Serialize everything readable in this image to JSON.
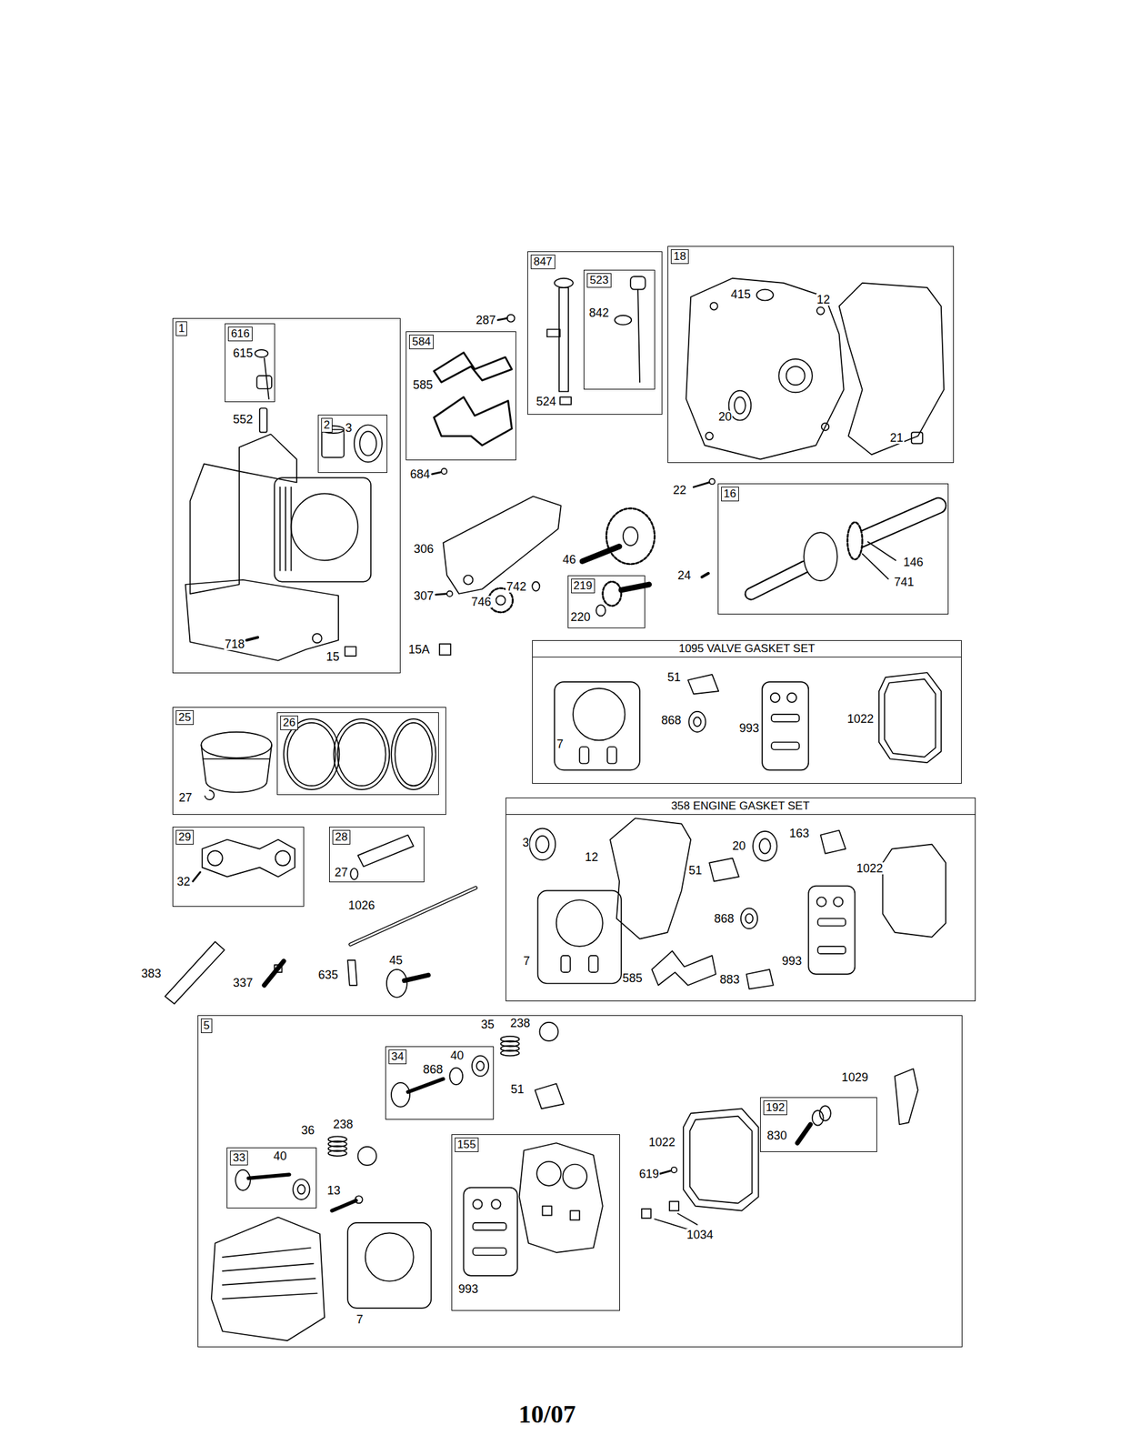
{
  "diagram": {
    "nodes": [
      {
        "text": [
          "1"
        ]
      },
      {
        "text": [
          "616"
        ],
        "in": 0
      },
      {
        "text": [
          "2"
        ],
        "in": 0
      },
      {
        "text": [
          "584"
        ]
      },
      {
        "text": [
          "847"
        ]
      },
      {
        "text": [
          "523"
        ],
        "in": 4
      },
      {
        "text": [
          "18"
        ]
      },
      {
        "text": [
          "16"
        ]
      },
      {
        "text": [
          "219"
        ]
      },
      {
        "text": [
          "1095 VALVE GASKET SET"
        ]
      },
      {
        "text": [
          "25"
        ]
      },
      {
        "text": [
          "26"
        ],
        "in": 10
      },
      {
        "text": [
          "358 ENGINE GASKET SET"
        ]
      },
      {
        "text": [
          "29"
        ]
      },
      {
        "text": [
          "28"
        ]
      },
      {
        "text": [
          "5"
        ]
      },
      {
        "text": [
          "34"
        ],
        "in": 15
      },
      {
        "text": [
          "33"
        ],
        "in": 15
      },
      {
        "text": [
          "155"
        ],
        "in": 15
      },
      {
        "text": [
          "192"
        ],
        "in": 15
      }
    ],
    "labels": [
      "615",
      "552",
      "3",
      "718",
      "15",
      "287",
      "585",
      "684",
      "524",
      "842",
      "415",
      "12",
      "20",
      "21",
      "22",
      "306",
      "46",
      "742",
      "307",
      "746",
      "220",
      "24",
      "146",
      "741",
      "15A",
      "51",
      "868",
      "993",
      "1022",
      "7",
      "27",
      "3",
      "12",
      "51",
      "20",
      "163",
      "1022",
      "868",
      "7",
      "585",
      "883",
      "993",
      "32",
      "27",
      "1026",
      "383",
      "337",
      "635",
      "45",
      "35",
      "238",
      "40",
      "868",
      "51",
      "1029",
      "36",
      "238",
      "40",
      "13",
      "1022",
      "830",
      "619",
      "1034",
      "993",
      "7",
      "10/07"
    ]
  }
}
